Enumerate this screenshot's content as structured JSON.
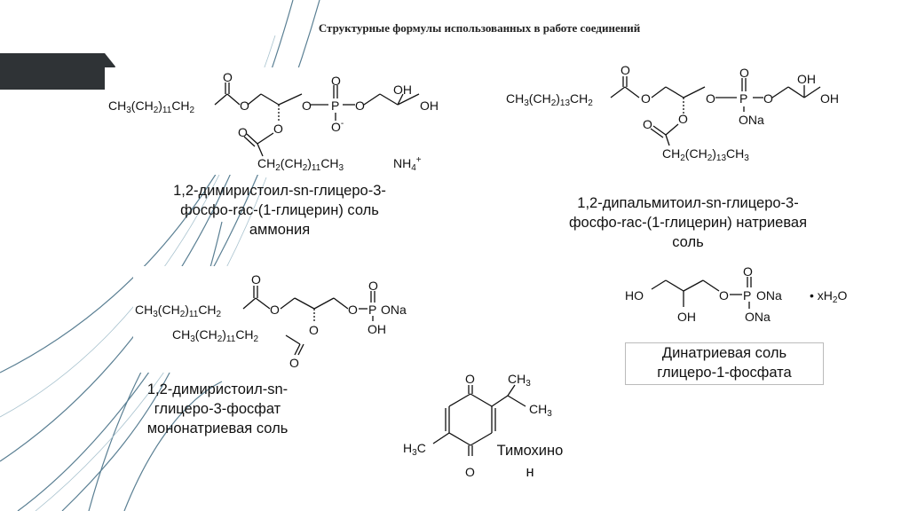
{
  "slide": {
    "title": "Структурные формулы использованных в работе соединений",
    "colors": {
      "accent_bar": "#2f3336",
      "decor_lines": "#5a7f93",
      "background": "#ffffff"
    }
  },
  "compounds": [
    {
      "id": "dmpg",
      "caption_lines": [
        "1,2-димиристоил-sn-глицеро-3-",
        "фосфо-rac-(1-глицерин) соль",
        "аммония"
      ],
      "formula": {
        "chain1": [
          "CH",
          "3",
          "(CH",
          "2",
          ")",
          "11",
          "CH",
          "2"
        ],
        "chain2": [
          "CH",
          "2",
          "(CH",
          "2",
          ")",
          "11",
          "CH",
          "3"
        ],
        "atoms": {
          "o": "O",
          "p": "P",
          "o_minus": "O",
          "minus": "-",
          "oh": "OH"
        },
        "counterion": [
          "NH",
          "4",
          "+"
        ]
      }
    },
    {
      "id": "dppg",
      "caption_lines": [
        "1,2-дипальмитоил-sn-глицеро-3-",
        "фосфо-rac-(1-глицерин) натриевая",
        "соль"
      ],
      "formula": {
        "chain1": [
          "CH",
          "3",
          "(CH",
          "2",
          ")",
          "13",
          "CH",
          "2"
        ],
        "chain2": [
          "CH",
          "2",
          "(CH",
          "2",
          ")",
          "13",
          "CH",
          "3"
        ],
        "atoms": {
          "o": "O",
          "p": "P",
          "ona": "ONa",
          "oh": "OH"
        }
      }
    },
    {
      "id": "dmpa",
      "caption_lines": [
        "1,2-димиристоил-sn-",
        "глицеро-3-фосфат",
        "мононатриевая соль"
      ],
      "formula": {
        "chain1": [
          "CH",
          "3",
          "(CH",
          "2",
          ")",
          "11",
          "CH",
          "2"
        ],
        "chain2": [
          "CH",
          "3",
          "(CH",
          "2",
          ")",
          "11",
          "CH",
          "2"
        ],
        "atoms": {
          "o": "O",
          "p": "P",
          "ona": "ONa",
          "oh": "OH"
        }
      }
    },
    {
      "id": "g1p",
      "caption_lines": [
        "Динатриевая соль",
        "глицеро-1-фосфата"
      ],
      "formula": {
        "atoms": {
          "ho": "HO",
          "oh": "OH",
          "o": "O",
          "p": "P",
          "ona": "ONa"
        },
        "hydrate": [
          "• xH",
          "2",
          "O"
        ]
      }
    },
    {
      "id": "thymoquinone",
      "caption_lines": [
        "Тимохино",
        "н"
      ],
      "formula": {
        "atoms": {
          "o": "O"
        },
        "ch3": [
          "CH",
          "3"
        ],
        "h3c": [
          "H",
          "3",
          "C"
        ]
      }
    }
  ]
}
